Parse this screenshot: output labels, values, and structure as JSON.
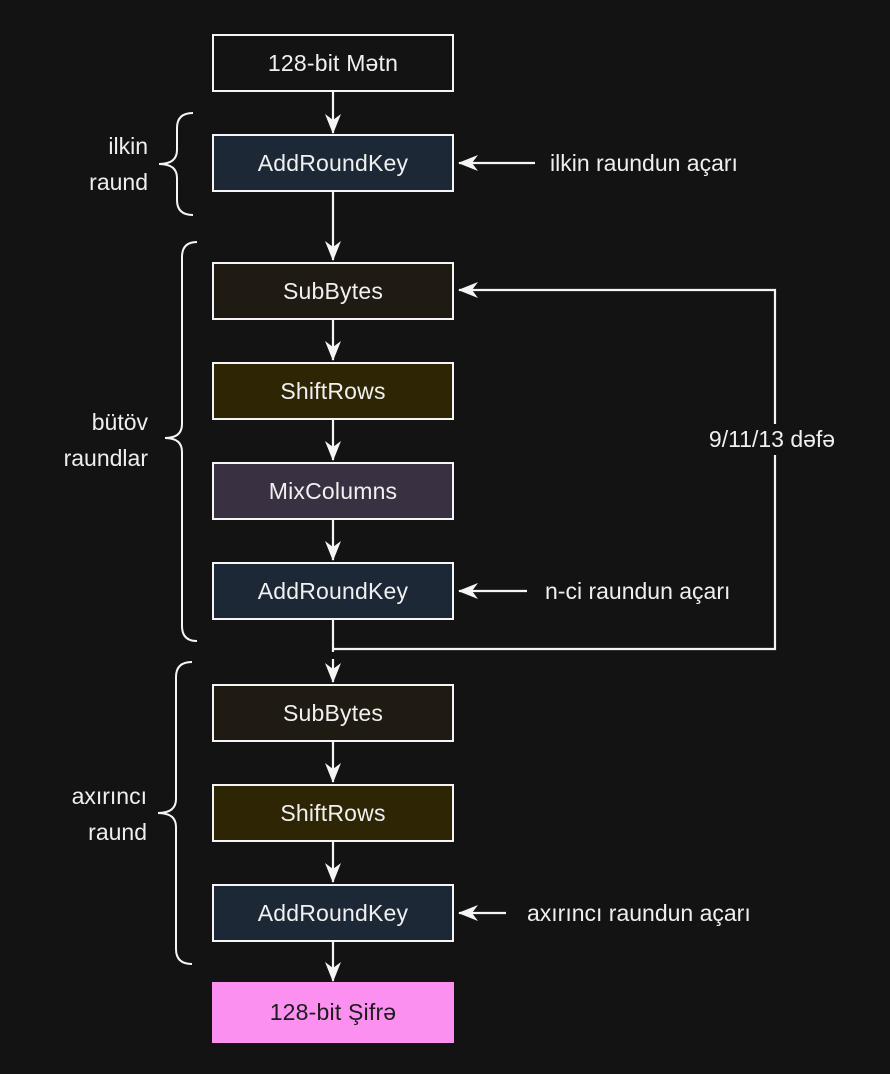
{
  "colors": {
    "background": "#131313",
    "box_border": "#f5f5f5",
    "wire": "#f5f5f5",
    "label_text": "#efefef",
    "addroundkey_fill": "#1d2836",
    "subbytes_fill": "#201b12",
    "shiftrows_fill": "#2e2505",
    "mixcolumns_fill": "#393041",
    "cipher_fill": "#fb90f0"
  },
  "nodes": [
    {
      "id": "plaintext",
      "label": "128-bit Mətn",
      "fill": "#131313",
      "text_color": "#f0f0f0"
    },
    {
      "id": "addroundkey-initial",
      "label": "AddRoundKey",
      "fill": "#1d2836",
      "text_color": "#f0f0f0"
    },
    {
      "id": "subbytes-main",
      "label": "SubBytes",
      "fill": "#201b12",
      "text_color": "#f0f0f0"
    },
    {
      "id": "shiftrows-main",
      "label": "ShiftRows",
      "fill": "#2e2505",
      "text_color": "#f0f0f0"
    },
    {
      "id": "mixcolumns",
      "label": "MixColumns",
      "fill": "#393041",
      "text_color": "#f0f0f0"
    },
    {
      "id": "addroundkey-main",
      "label": "AddRoundKey",
      "fill": "#1d2836",
      "text_color": "#f0f0f0"
    },
    {
      "id": "subbytes-final",
      "label": "SubBytes",
      "fill": "#201b12",
      "text_color": "#f0f0f0"
    },
    {
      "id": "shiftrows-final",
      "label": "ShiftRows",
      "fill": "#2e2505",
      "text_color": "#f0f0f0"
    },
    {
      "id": "addroundkey-final",
      "label": "AddRoundKey",
      "fill": "#1d2836",
      "text_color": "#f0f0f0"
    },
    {
      "id": "ciphertext",
      "label": "128-bit Şifrə",
      "fill": "#fb90f0",
      "text_color": "#1c1c1c"
    }
  ],
  "braces": [
    {
      "id": "initial-round",
      "line1": "ilkin",
      "line2": "raund"
    },
    {
      "id": "main-rounds",
      "line1": "bütöv",
      "line2": "raundlar"
    },
    {
      "id": "final-round",
      "line1": "axırıncı",
      "line2": "raund"
    }
  ],
  "key_labels": [
    "ilkin raundun açarı",
    "n-ci raundun açarı",
    "axırıncı raundun açarı"
  ],
  "loop_label": "9/11/13 dəfə"
}
